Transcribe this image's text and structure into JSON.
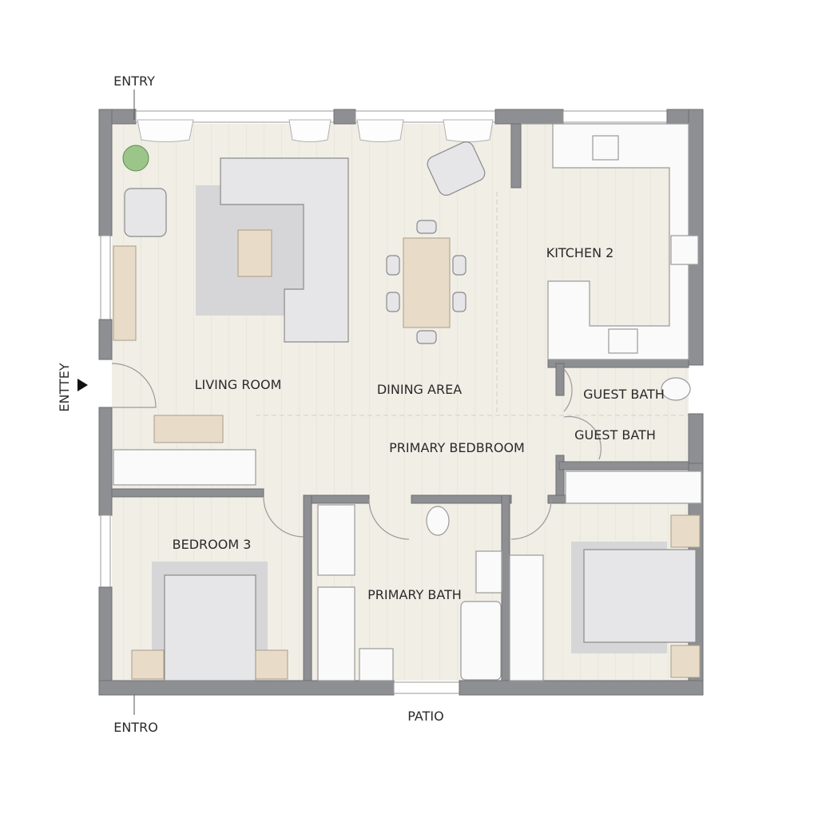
{
  "plan": {
    "labels": {
      "entry_top": "ENTRY",
      "entry_side": "ENTTEY",
      "entry_bottom": "ENTRO",
      "living_room": "LIVING ROOM",
      "dining_area": "DINING AREA",
      "kitchen": "KITCHEN 2",
      "guest_bath_1": "GUEST BATH",
      "guest_bath_2": "GUEST BATH",
      "primary_bedroom": "PRIMARY BEDBROOM",
      "bedroom_3": "BEDROOM 3",
      "primary_bath": "PRIMARY BATH",
      "patio": "PATIO"
    },
    "colors": {
      "floor": "#f1eee6",
      "wall": "#8e8f92",
      "rug": "#d6d6d8",
      "wood": "#e8dcc8",
      "plant": "#7fae6e"
    }
  }
}
